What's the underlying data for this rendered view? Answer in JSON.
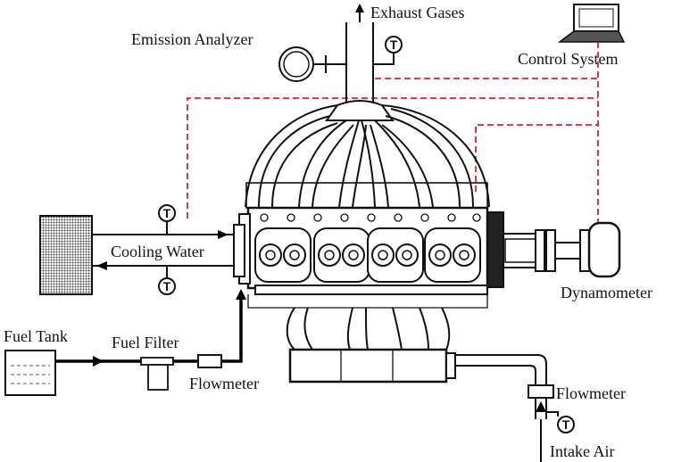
{
  "labels": {
    "exhaust_gases": "Exhaust Gases",
    "emission_analyzer": "Emission Analyzer",
    "control_system": "Control System",
    "cooling_water": "Cooling Water",
    "dynamometer": "Dynamometer",
    "fuel_tank": "Fuel Tank",
    "fuel_filter": "Fuel Filter",
    "flowmeter_fuel": "Flowmeter",
    "flowmeter_air": "Flowmeter",
    "intake_air": "Intake Air"
  },
  "thermocouple_symbol": "T",
  "colors": {
    "signal_line": "#d9252b",
    "line": "#111111"
  }
}
